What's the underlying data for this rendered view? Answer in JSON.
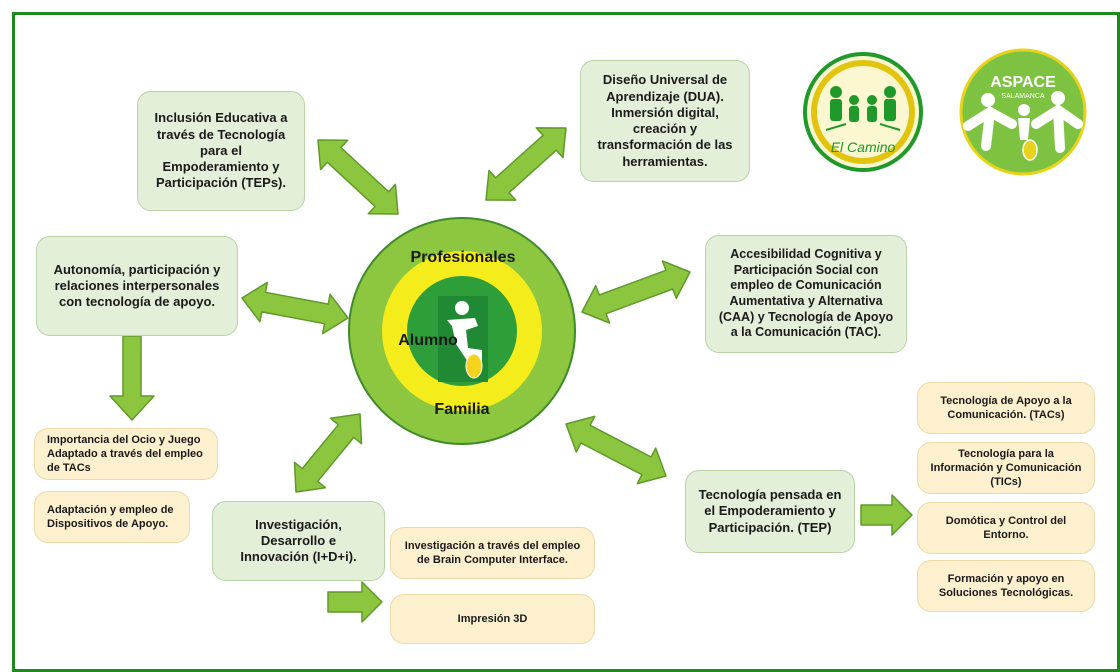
{
  "center": {
    "outer_label": "Profesionales",
    "inner_label": "Alumno",
    "middle_label": "Familia"
  },
  "boxes": {
    "tep_inclusion": "Inclusión Educativa a través de Tecnología para el Empoderamiento y Participación (TEPs).",
    "dua": "Diseño Universal de Aprendizaje (DUA). Inmersión digital, creación y transformación de las herramientas.",
    "autonomia": "Autonomía, participación y relaciones interpersonales con tecnología de apoyo.",
    "accesibilidad": "Accesibilidad Cognitiva y Participación Social con empleo de Comunicación Aumentativa y Alternativa (CAA) y Tecnología de Apoyo a la Comunicación (TAC).",
    "idi": "Investigación, Desarrollo e Innovación (I+D+i).",
    "tep": "Tecnología pensada en el Empoderamiento y Participación. (TEP)"
  },
  "subboxes": {
    "ocio": "Importancia del Ocio y Juego Adaptado a través del empleo de TACs",
    "dispositivos": "Adaptación y empleo de Dispositivos de Apoyo.",
    "bci": "Investigación a través del empleo de Brain Computer Interface.",
    "impresion": "Impresión 3D",
    "tacs": "Tecnología de Apoyo a la Comunicación. (TACs)",
    "tics": "Tecnología para la Información y Comunicación (TICs)",
    "domotica": "Domótica y Control del Entorno.",
    "formacion": "Formación y apoyo en Soluciones Tecnológicas."
  },
  "logos": {
    "el_camino": "El Camino",
    "aspace": "ASPACE",
    "aspace_sub": "SALAMANCA"
  },
  "colors": {
    "border": "#1c8a1c",
    "arrow": "#8cc63f",
    "arrow_stroke": "#5e9a2a",
    "box_green": "#e3efd9",
    "box_tan": "#fdf0cf",
    "ring_outer": "#8dc63f",
    "ring_yellow": "#f5ec1c",
    "ring_inner": "#2e9e3a"
  }
}
